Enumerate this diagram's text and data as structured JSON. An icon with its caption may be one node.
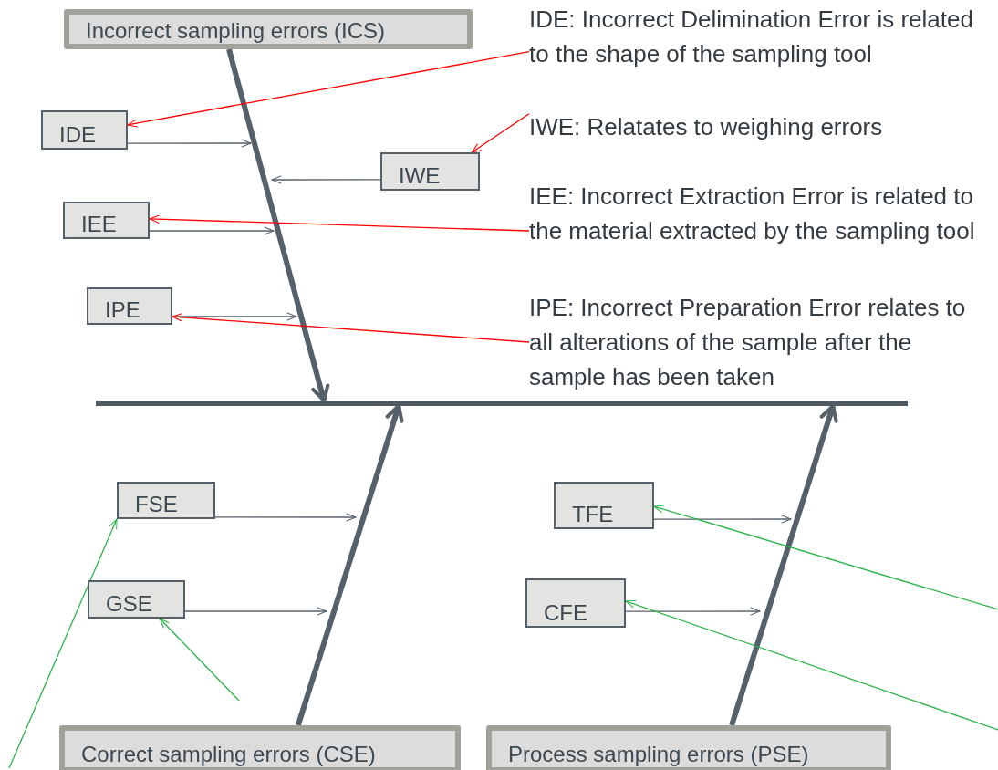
{
  "diagram": {
    "nodes": [
      {
        "text": [
          "Incorrect sampling errors (ICS)"
        ]
      },
      {
        "text": [
          "IDE"
        ]
      },
      {
        "text": [
          "IWE"
        ]
      },
      {
        "text": [
          "IEE"
        ]
      },
      {
        "text": [
          "IPE"
        ]
      },
      {
        "text": [
          "FSE"
        ]
      },
      {
        "text": [
          "GSE"
        ]
      },
      {
        "text": [
          "TFE"
        ]
      },
      {
        "text": [
          "CFE"
        ]
      },
      {
        "text": [
          "Correct sampling errors (CSE)"
        ]
      },
      {
        "text": [
          "Process sampling errors (PSE)"
        ]
      },
      {
        "text": [
          "IDE: Incorrect Delimination Error is related to the shape of the sampling tool"
        ]
      },
      {
        "text": [
          "IWE: Relatates to weighing errors"
        ]
      },
      {
        "text": [
          "IEE: Incorrect Extraction Error is related to the material extracted by the sampling tool"
        ]
      },
      {
        "text": [
          "IPE: Incorrect Preparation Error relates to all alterations of the sample after the sample has been taken"
        ]
      },
      {
        "text": [],
        "shape": "bar"
      }
    ],
    "edges": [
      {
        "from": 0,
        "to": 15,
        "arrow": "to",
        "style": "thick"
      },
      {
        "from": 9,
        "to": 15,
        "arrow": "to",
        "style": "thick"
      },
      {
        "from": 10,
        "to": 15,
        "arrow": "to",
        "style": "thick"
      },
      {
        "from": 1,
        "to": null,
        "arrow": "to"
      },
      {
        "from": 2,
        "to": null,
        "arrow": "to"
      },
      {
        "from": 3,
        "to": null,
        "arrow": "to"
      },
      {
        "from": 4,
        "to": null,
        "arrow": "to"
      },
      {
        "from": 5,
        "to": null,
        "arrow": "to"
      },
      {
        "from": 6,
        "to": null,
        "arrow": "to"
      },
      {
        "from": 7,
        "to": null,
        "arrow": "to"
      },
      {
        "from": 8,
        "to": null,
        "arrow": "to"
      },
      {
        "from": 11,
        "to": 1,
        "arrow": "to",
        "color": "#ff0000"
      },
      {
        "from": 12,
        "to": 2,
        "arrow": "to",
        "color": "#ff0000"
      },
      {
        "from": 13,
        "to": 3,
        "arrow": "to",
        "color": "#ff0000"
      },
      {
        "from": 14,
        "to": 4,
        "arrow": "to",
        "color": "#ff0000"
      },
      {
        "from": null,
        "to": 5,
        "arrow": "to",
        "color": "#2db34a"
      },
      {
        "from": null,
        "to": 6,
        "arrow": "to",
        "color": "#2db34a"
      },
      {
        "from": null,
        "to": 7,
        "arrow": "to",
        "color": "#2db34a"
      },
      {
        "from": null,
        "to": 8,
        "arrow": "to",
        "color": "#2db34a"
      }
    ]
  }
}
